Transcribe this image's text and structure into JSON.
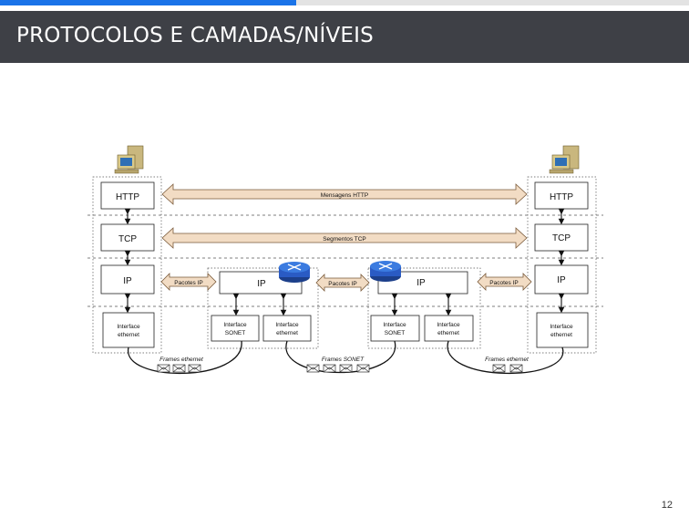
{
  "slide": {
    "title": "PROTOCOLOS E CAMADAS/NÍVEIS",
    "page_number": "12",
    "accent_color": "#1a73e8",
    "header_color": "#3e4046"
  },
  "diagram": {
    "host_left": {
      "http": "HTTP",
      "tcp": "TCP",
      "ip": "IP",
      "iface1": "Interface",
      "iface2": "ethernet"
    },
    "host_right": {
      "http": "HTTP",
      "tcp": "TCP",
      "ip": "IP",
      "iface1": "Interface",
      "iface2": "ethernet"
    },
    "router1": {
      "ip": "IP",
      "sonet1": "Interface",
      "sonet2": "SONET",
      "eth1": "Interface",
      "eth2": "ethernet"
    },
    "router2": {
      "ip": "IP",
      "sonet1": "Interface",
      "sonet2": "SONET",
      "eth1": "Interface",
      "eth2": "ethernet"
    },
    "arrows": {
      "http_msg": "Mensagens HTTP",
      "tcp_seg": "Segmentos TCP",
      "ip_pkt_left": "Pacotes IP",
      "ip_pkt_mid": "Pacotes IP",
      "ip_pkt_right": "Pacotes IP"
    },
    "links": {
      "frames_left": "Frames ethernet",
      "frames_mid": "Frames SONET",
      "frames_right": "Frames ethernet"
    }
  }
}
